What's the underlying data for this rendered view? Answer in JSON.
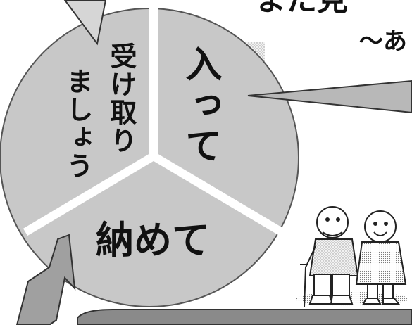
{
  "header": {
    "title_fragment": "また見",
    "subtitle_fragment": "〜あ"
  },
  "segments": {
    "left_label": "受け取りましょう",
    "left_line1": "受け取り",
    "left_line2": "ましょう",
    "right_label": "入って",
    "bottom_label": "納めて"
  },
  "colors": {
    "segment_fill": "#c8c8c8",
    "outline": "#333333",
    "text": "#111111",
    "background": "#ffffff"
  },
  "illustration": {
    "icon": "elderly-couple-illustration"
  }
}
